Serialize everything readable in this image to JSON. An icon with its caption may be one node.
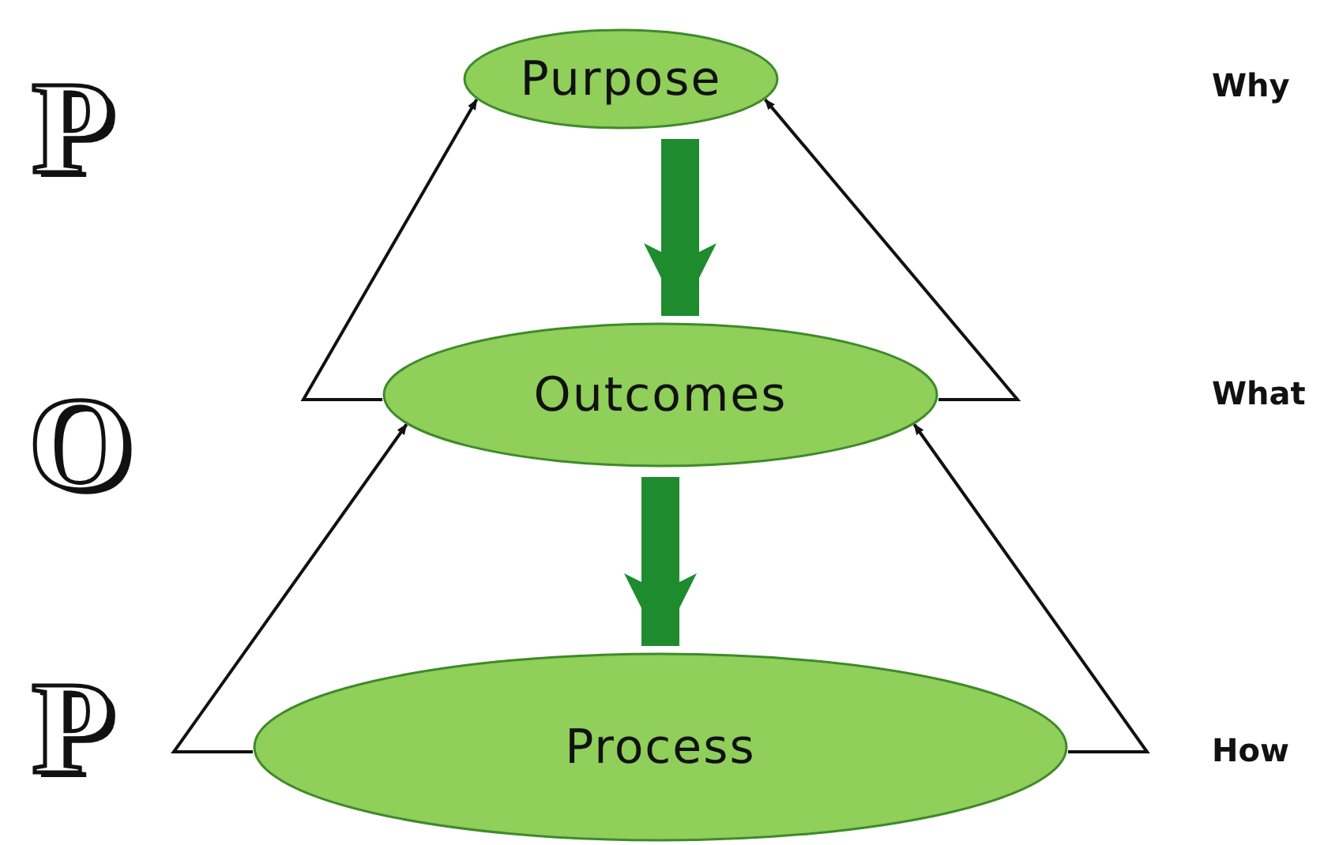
{
  "diagram": {
    "nodes": [
      {
        "text": [
          "Purpose"
        ]
      },
      {
        "text": [
          "Outcomes"
        ]
      },
      {
        "text": [
          "Process"
        ]
      }
    ],
    "edges": [
      {
        "from": 0,
        "to": 1,
        "arrow": "to",
        "style": "thick",
        "color": "#1e8c2e"
      },
      {
        "from": 1,
        "to": 2,
        "arrow": "to",
        "style": "thick",
        "color": "#1e8c2e"
      },
      {
        "from": 1,
        "to": 0,
        "arrow": "to"
      },
      {
        "from": 1,
        "to": 0,
        "arrow": "to"
      },
      {
        "from": 2,
        "to": 1,
        "arrow": "to"
      },
      {
        "from": 2,
        "to": 1,
        "arrow": "to"
      }
    ],
    "labels": [
      "P",
      "O",
      "P",
      "Why",
      "What",
      "How"
    ]
  }
}
